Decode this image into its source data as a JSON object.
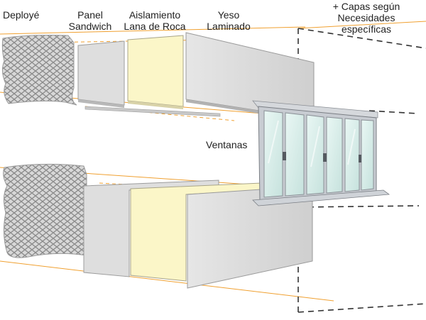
{
  "labels": {
    "deploye": "Deployé",
    "panel_line1": "Panel",
    "panel_line2": "Sandwich",
    "aislamiento_line1": "Aislamiento",
    "aislamiento_line2": "Lana de Roca",
    "yeso_line1": "Yeso",
    "yeso_line2": "Laminado",
    "capas_line1": "+ Capas según",
    "capas_line2": "Necesidades",
    "capas_line3": "específicas",
    "ventanas": "Ventanas"
  },
  "colors": {
    "guide_line": "#f0a030",
    "panel_gray": "#e0e0e0",
    "insulation_yellow": "#fbf6c8",
    "gypsum_gray": "#dadada",
    "dashed_outline": "#333333",
    "window_frame": "#c8ccd2",
    "window_glass": "#dff2ee",
    "mesh_fill": "#b8b8b8"
  },
  "icons": {
    "mesh": "expanded-metal-mesh",
    "window": "sliding-window-unit"
  }
}
